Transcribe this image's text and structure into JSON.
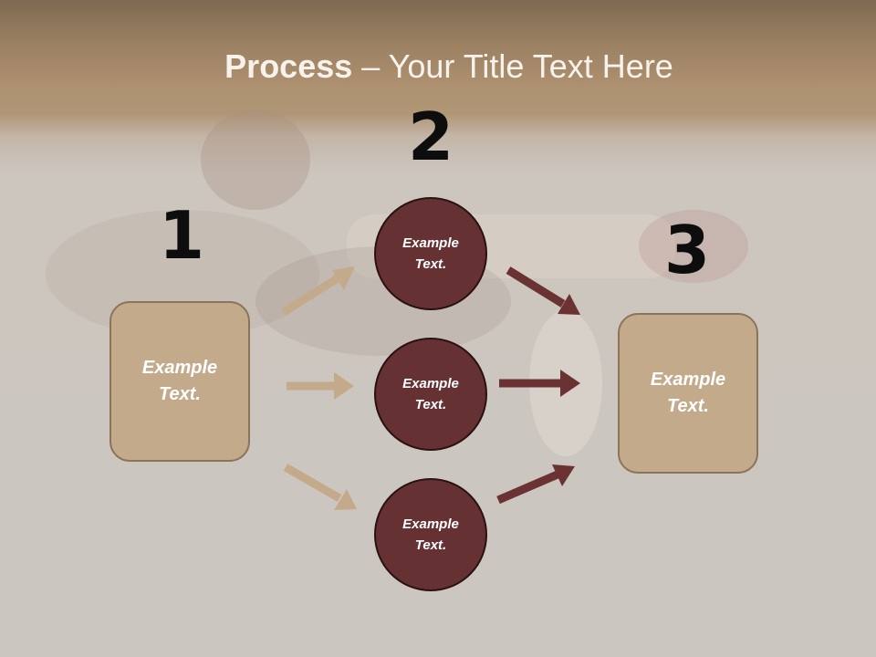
{
  "title": {
    "strong": "Process",
    "rest": " – Your Title Text Here"
  },
  "steps": {
    "one": {
      "number": "1",
      "label": "Example Text."
    },
    "two": {
      "number": "2",
      "items": [
        {
          "label": "Example Text."
        },
        {
          "label": "Example Text."
        },
        {
          "label": "Example Text."
        }
      ]
    },
    "three": {
      "number": "3",
      "label": "Example Text."
    }
  },
  "colors": {
    "box_fill": "#c3aa8a",
    "circle_fill": "#653133",
    "light_arrow": "#c3aa8a",
    "dark_arrow": "#6b3233",
    "number": "#0d0d0d"
  }
}
